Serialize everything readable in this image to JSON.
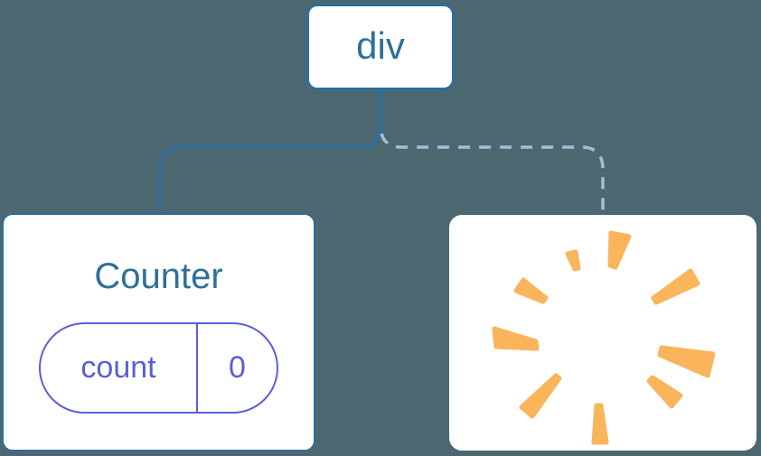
{
  "colors": {
    "background": "#4C6770",
    "line": "#2C6E9E",
    "line_dashed": "#9FC0D8",
    "text": "#2F7097",
    "accent": "#5A5FD6",
    "poof": "#FAB45C"
  },
  "tree": {
    "root": {
      "label": "div"
    },
    "children": [
      {
        "type": "component",
        "title": "Counter",
        "state": {
          "key": "count",
          "value": "0"
        },
        "connector": "solid"
      },
      {
        "type": "removed",
        "icon": "poof-icon",
        "connector": "dashed"
      }
    ]
  }
}
